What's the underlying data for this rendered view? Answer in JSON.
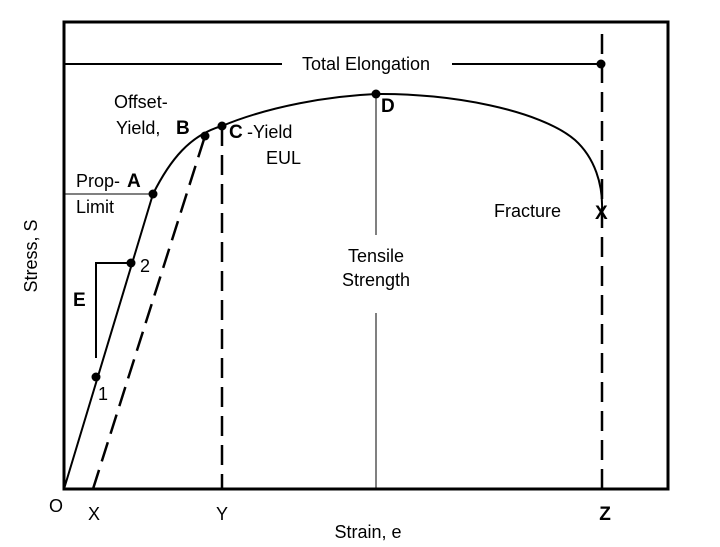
{
  "diagram": {
    "axes": {
      "x_axis_label": "Strain, e",
      "y_axis_label": "Stress, S",
      "origin_label": "O",
      "x_ticks": [
        "X",
        "Y",
        "Z"
      ]
    },
    "top_annotation": "Total Elongation",
    "points": {
      "A": "A",
      "B": "B",
      "C": "C",
      "D": "D",
      "X": "X",
      "p1": "1",
      "p2": "2",
      "E": "E"
    },
    "labels": {
      "offset_yield_line1": "Offset-",
      "offset_yield_line2": "Yield,",
      "prop_limit_line1": "Prop-",
      "prop_limit_line2": "Limit",
      "yield_suffix": "-Yield",
      "eul": "EUL",
      "tensile_line1": "Tensile",
      "tensile_line2": "Strength",
      "fracture": "Fracture"
    },
    "colors": {
      "ink": "#000000",
      "background": "#ffffff"
    }
  }
}
